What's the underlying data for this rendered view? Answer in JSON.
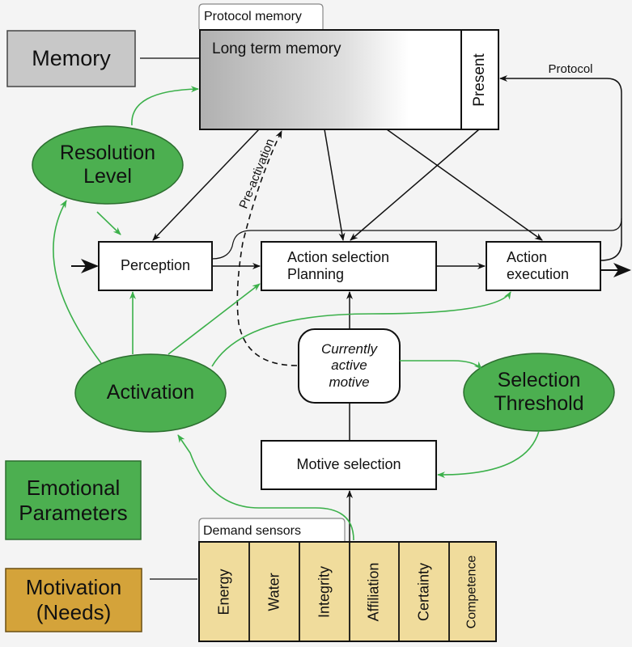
{
  "legend": {
    "memory": "Memory",
    "emotional_parameters": [
      "Emotional",
      "Parameters"
    ],
    "motivation": [
      "Motivation",
      "(Needs)"
    ]
  },
  "memory_block": {
    "protocol_memory_tab": "Protocol memory",
    "long_term_memory": "Long term memory",
    "present": "Present"
  },
  "process": {
    "perception": "Perception",
    "action_selection": [
      "Action selection",
      "Planning"
    ],
    "action_execution": [
      "Action",
      "execution"
    ],
    "motive_selection": "Motive selection",
    "currently_active_motive": [
      "Currently",
      "active",
      "motive"
    ]
  },
  "parameters": {
    "resolution_level": [
      "Resolution",
      "Level"
    ],
    "activation": "Activation",
    "selection_threshold": [
      "Selection",
      "Threshold"
    ]
  },
  "edge_labels": {
    "protocol": "Protocol",
    "pre_activation": "Pre-activation"
  },
  "demand_sensors": {
    "tab": "Demand sensors",
    "items": [
      "Energy",
      "Water",
      "Integrity",
      "Affiliation",
      "Certainty",
      "Competence"
    ]
  },
  "colors": {
    "green": "#4caf50",
    "green_line": "#3bb04a",
    "gray_box": "#c8c8c8",
    "motivation": "#d4a33a",
    "sensor_fill": "#f0dc9c"
  }
}
